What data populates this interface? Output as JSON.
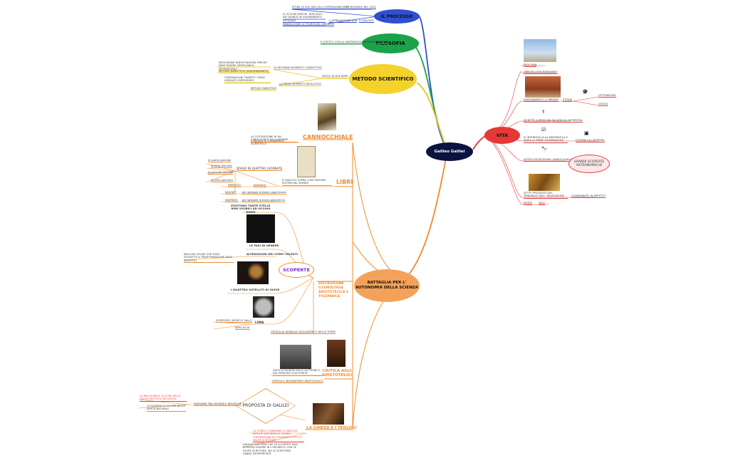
{
  "central": {
    "label": "Galileo Galilei"
  },
  "branches": {
    "processo": {
      "label": "IL PROCESSO",
      "color": "#2f4ed1",
      "items": [
        "RITIRA LE SUE IDEE SUL COPERNICANESIMO",
        "PRIGIONIERO NEL 1633",
        "SI OCCUPA PERCHE' NON SOLO NEI DIGNITÀ IN GIORNAMENTO OFFICIALE",
        "L'APPROVAZIONE SUA",
        "IL DIALOGO",
        "RINNOCCIONE LE TEORIE DEL VERDELLE"
      ]
    },
    "filosofia": {
      "label": "FILOSOFIA",
      "color": "#1aa34a",
      "items": [
        "È SCRITTO CON LA MATEMATICA(MATEMATICAMENTE)"
      ]
    },
    "metodo": {
      "label": "METODO SCIENTIFICO",
      "color": "#e8c21a",
      "items": [
        "NECESSARIE DIMOSTRAZIONI PERCHE' DEVE ESSERE VERIFICABILE, SPERIMENTALE",
        "LA SECONDA MOMENTO CONDUTTIVO",
        "METODO DEDUTTIVO (RAGIONAMENTO)",
        "DIVISO IN DUE PARTI",
        "OSSERVAZIONI TRAMITE I SENSI (SENSATE ESPERIENZE)",
        "LA PRIMA MOMENTO RISOLUTIVO",
        "METODO INDUTTIVO"
      ]
    },
    "cannocchiale": {
      "label": "CANNOCCHIALE",
      "color": "#f08a2b",
      "items": [
        "LA COSTRUZIONE DI UN CANOCCHIALE DA OLANDESE",
        "A VEDERE IL FIRMAMENTO SCIENTIFICO"
      ]
    },
    "libri": {
      "label": "LIBRI",
      "color": "#f08a2b",
      "items": [
        "la quarta giornata",
        "la terza giornata",
        "la seconda giornata",
        "la prima giornata",
        "DIVISO IN QUATTRO GIORNATE",
        "IL DIALOGO SOPRA I DUE MASSIMI SISTEMI DEL MONDO",
        "SIMPLICIO",
        "tolemaico",
        "SALVIATI",
        "per spiegare la teoria copernicana",
        "SAGREDO",
        "per spiegare la teoria geometrica"
      ]
    },
    "scoperte": {
      "label": "SCOPERTE",
      "color": "#7b2fd1",
      "items": [
        "ESISTONO TANTE STELLE NON VISIBILI AD OCCHIO NUDO",
        "LE FASI DI VENERE",
        "ALTERAZIONI DEI CORPI CELESTI",
        "MACCHIE SOLARI CHE SONO SOGGETTE A TRASFORMAZIONE (NON PERFETTI)",
        "I QUATTRO SATELLITI DI GIOVE",
        "LUNA",
        "SUPERFICIE (MONTI E VALLI)",
        "NON LISCIA",
        "CRITICA AL MODELLO GEOCENTRICO DELLA TERRA"
      ]
    },
    "distruzione": {
      "label": "DISTRUZIONE COSMOLOGIA ARISTOTELICA E TOLEMAICA",
      "color": "#f08a2b"
    },
    "critica": {
      "label": "CRITICA AGLI ARISTOTELICI",
      "color": "#f08a2b",
      "items": [
        "CRITICA RIGIDITÀ DELLE DOTTRINE E DEL PRINCIPIO D'AUTORITÀ",
        "CRITICA IL DOGMATISMO ARISTOTELICO"
      ]
    },
    "chiesa": {
      "label": "LA CHIESA E I TEOLOGI",
      "color": "#f08a2b",
      "items": [
        "LA RELIGIONE SI OCCUPA DELLE QUESTIONI ETICO-RELIGIOSE",
        "LA SCIENZA SI OCCUPA DELLE VERITÀ NATURALI",
        "DIVISIONE TRA SCIENZA E RELIGIONE",
        "LA CHIESA CONDANNA IL DIALOGO PERCHÉ SOSTIENE LA TEORIA COPERNICANA IN CONTRASTO CON LE SACRE SCRITTURE",
        "GALILEO SOSTIENE CHE LE SCOPERTE NON POSSONO ESSERE IN CONTRASTO CON LE SACRE SCRITTURE, MA LE SCRITTURE VANNO INTERPRETATE"
      ]
    },
    "proposta": {
      "label": "PROPOSTA DI GALILEI"
    },
    "battaglia": {
      "label": "BATTAGLIA PER L' AUTONOMIA DELLA SCIENZA",
      "color": "#f08a2b"
    },
    "vita": {
      "label": "VITA",
      "color": "#e53935",
      "items": [
        "PISA 1564",
        "GRAVITÀ (VITA BORGHESE)",
        "INSEGNAMENTO A FIRENZE",
        "STUDIA",
        "LETTERATURA",
        "LOGICA",
        "ISCRITTO A MEDICINA",
        "MA NON GLI INTERESSA",
        "SI INTERESSA ALLA MATEMATICA E INIZIA LE PRIME OSSERVAZIONI",
        "OTTIENE LA CATTEDRA",
        "ASTROCOSTRUZIONE CANNOCCHIALE",
        "GRANDI SCOPERTE ASTRONOMICHE",
        "SOTTO PROCESSO DAL TRIBUNALE DELL' INQUISIZIONE",
        "CONDANNATO IN ARRESTO",
        "MORTE",
        "1642"
      ]
    }
  }
}
